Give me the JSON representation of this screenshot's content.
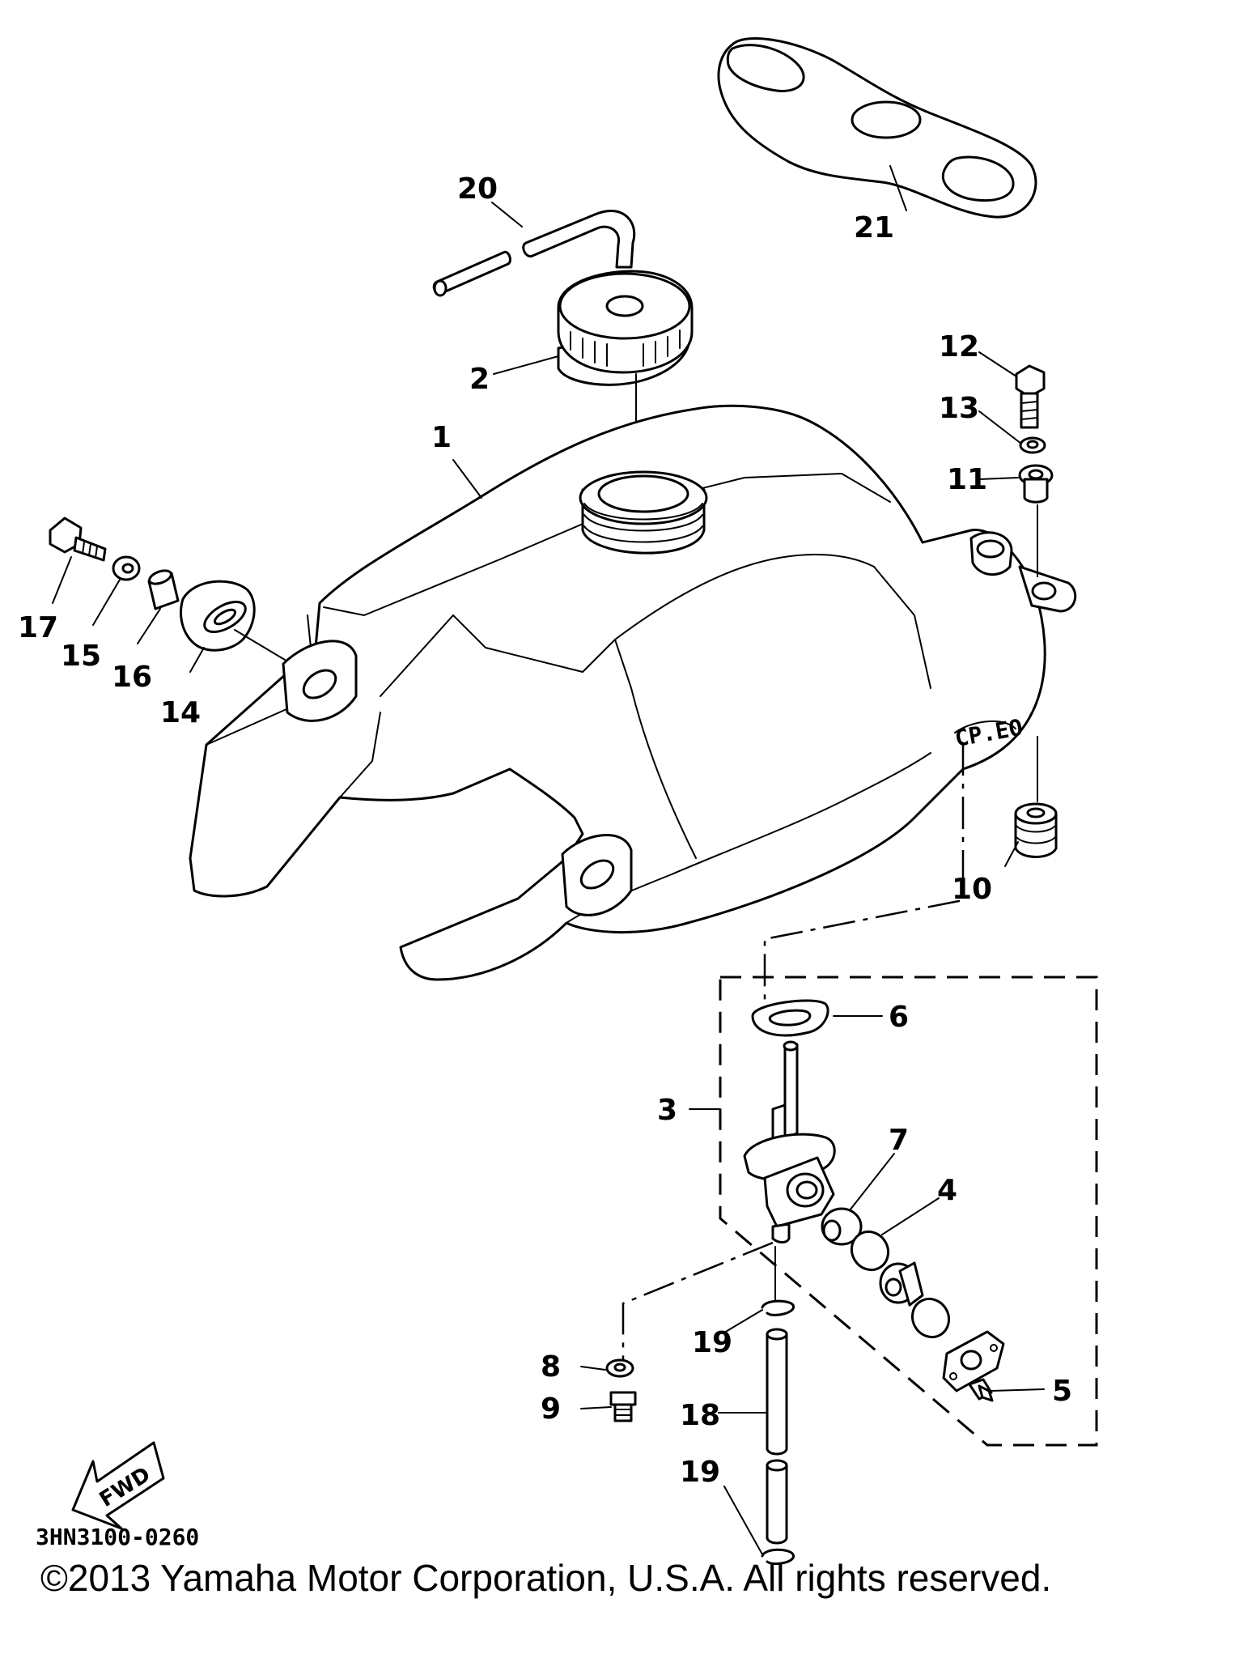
{
  "callouts": [
    {
      "id": "1",
      "text": "1"
    },
    {
      "id": "2",
      "text": "2"
    },
    {
      "id": "3",
      "text": "3"
    },
    {
      "id": "4",
      "text": "4"
    },
    {
      "id": "5",
      "text": "5"
    },
    {
      "id": "6",
      "text": "6"
    },
    {
      "id": "7",
      "text": "7"
    },
    {
      "id": "8",
      "text": "8"
    },
    {
      "id": "9",
      "text": "9"
    },
    {
      "id": "10",
      "text": "10"
    },
    {
      "id": "11",
      "text": "11"
    },
    {
      "id": "12",
      "text": "12"
    },
    {
      "id": "13",
      "text": "13"
    },
    {
      "id": "14",
      "text": "14"
    },
    {
      "id": "15",
      "text": "15"
    },
    {
      "id": "16",
      "text": "16"
    },
    {
      "id": "17",
      "text": "17"
    },
    {
      "id": "18",
      "text": "18"
    },
    {
      "id": "19a",
      "text": "19"
    },
    {
      "id": "19b",
      "text": "19"
    },
    {
      "id": "20",
      "text": "20"
    },
    {
      "id": "21",
      "text": "21"
    }
  ],
  "fwd_label": "FWD",
  "diagram_code": "3HN3100-0260",
  "tank_stamp": "CP.EO",
  "copyright": "©2013 Yamaha Motor Corporation, U.S.A. All rights reserved."
}
